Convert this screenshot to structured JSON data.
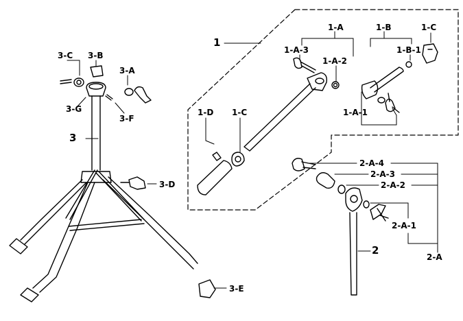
{
  "colors": {
    "ink": "#000000",
    "paper": "#ffffff"
  },
  "labels": {
    "n1": "1",
    "n1A": "1-A",
    "n1B": "1-B",
    "n1C_top": "1-C",
    "n1A3": "1-A-3",
    "n1A2": "1-A-2",
    "n1B1": "1-B-1",
    "n1A1": "1-A-1",
    "n1D": "1-D",
    "n1C_mid": "1-C",
    "n2": "2",
    "n2A4": "2-A-4",
    "n2A3": "2-A-3",
    "n2A2": "2-A-2",
    "n2A1": "2-A-1",
    "n2A": "2-A",
    "n3": "3",
    "n3C": "3-C",
    "n3B": "3-B",
    "n3A": "3-A",
    "n3G": "3-G",
    "n3F": "3-F",
    "n3D": "3-D",
    "n3E": "3-E"
  }
}
